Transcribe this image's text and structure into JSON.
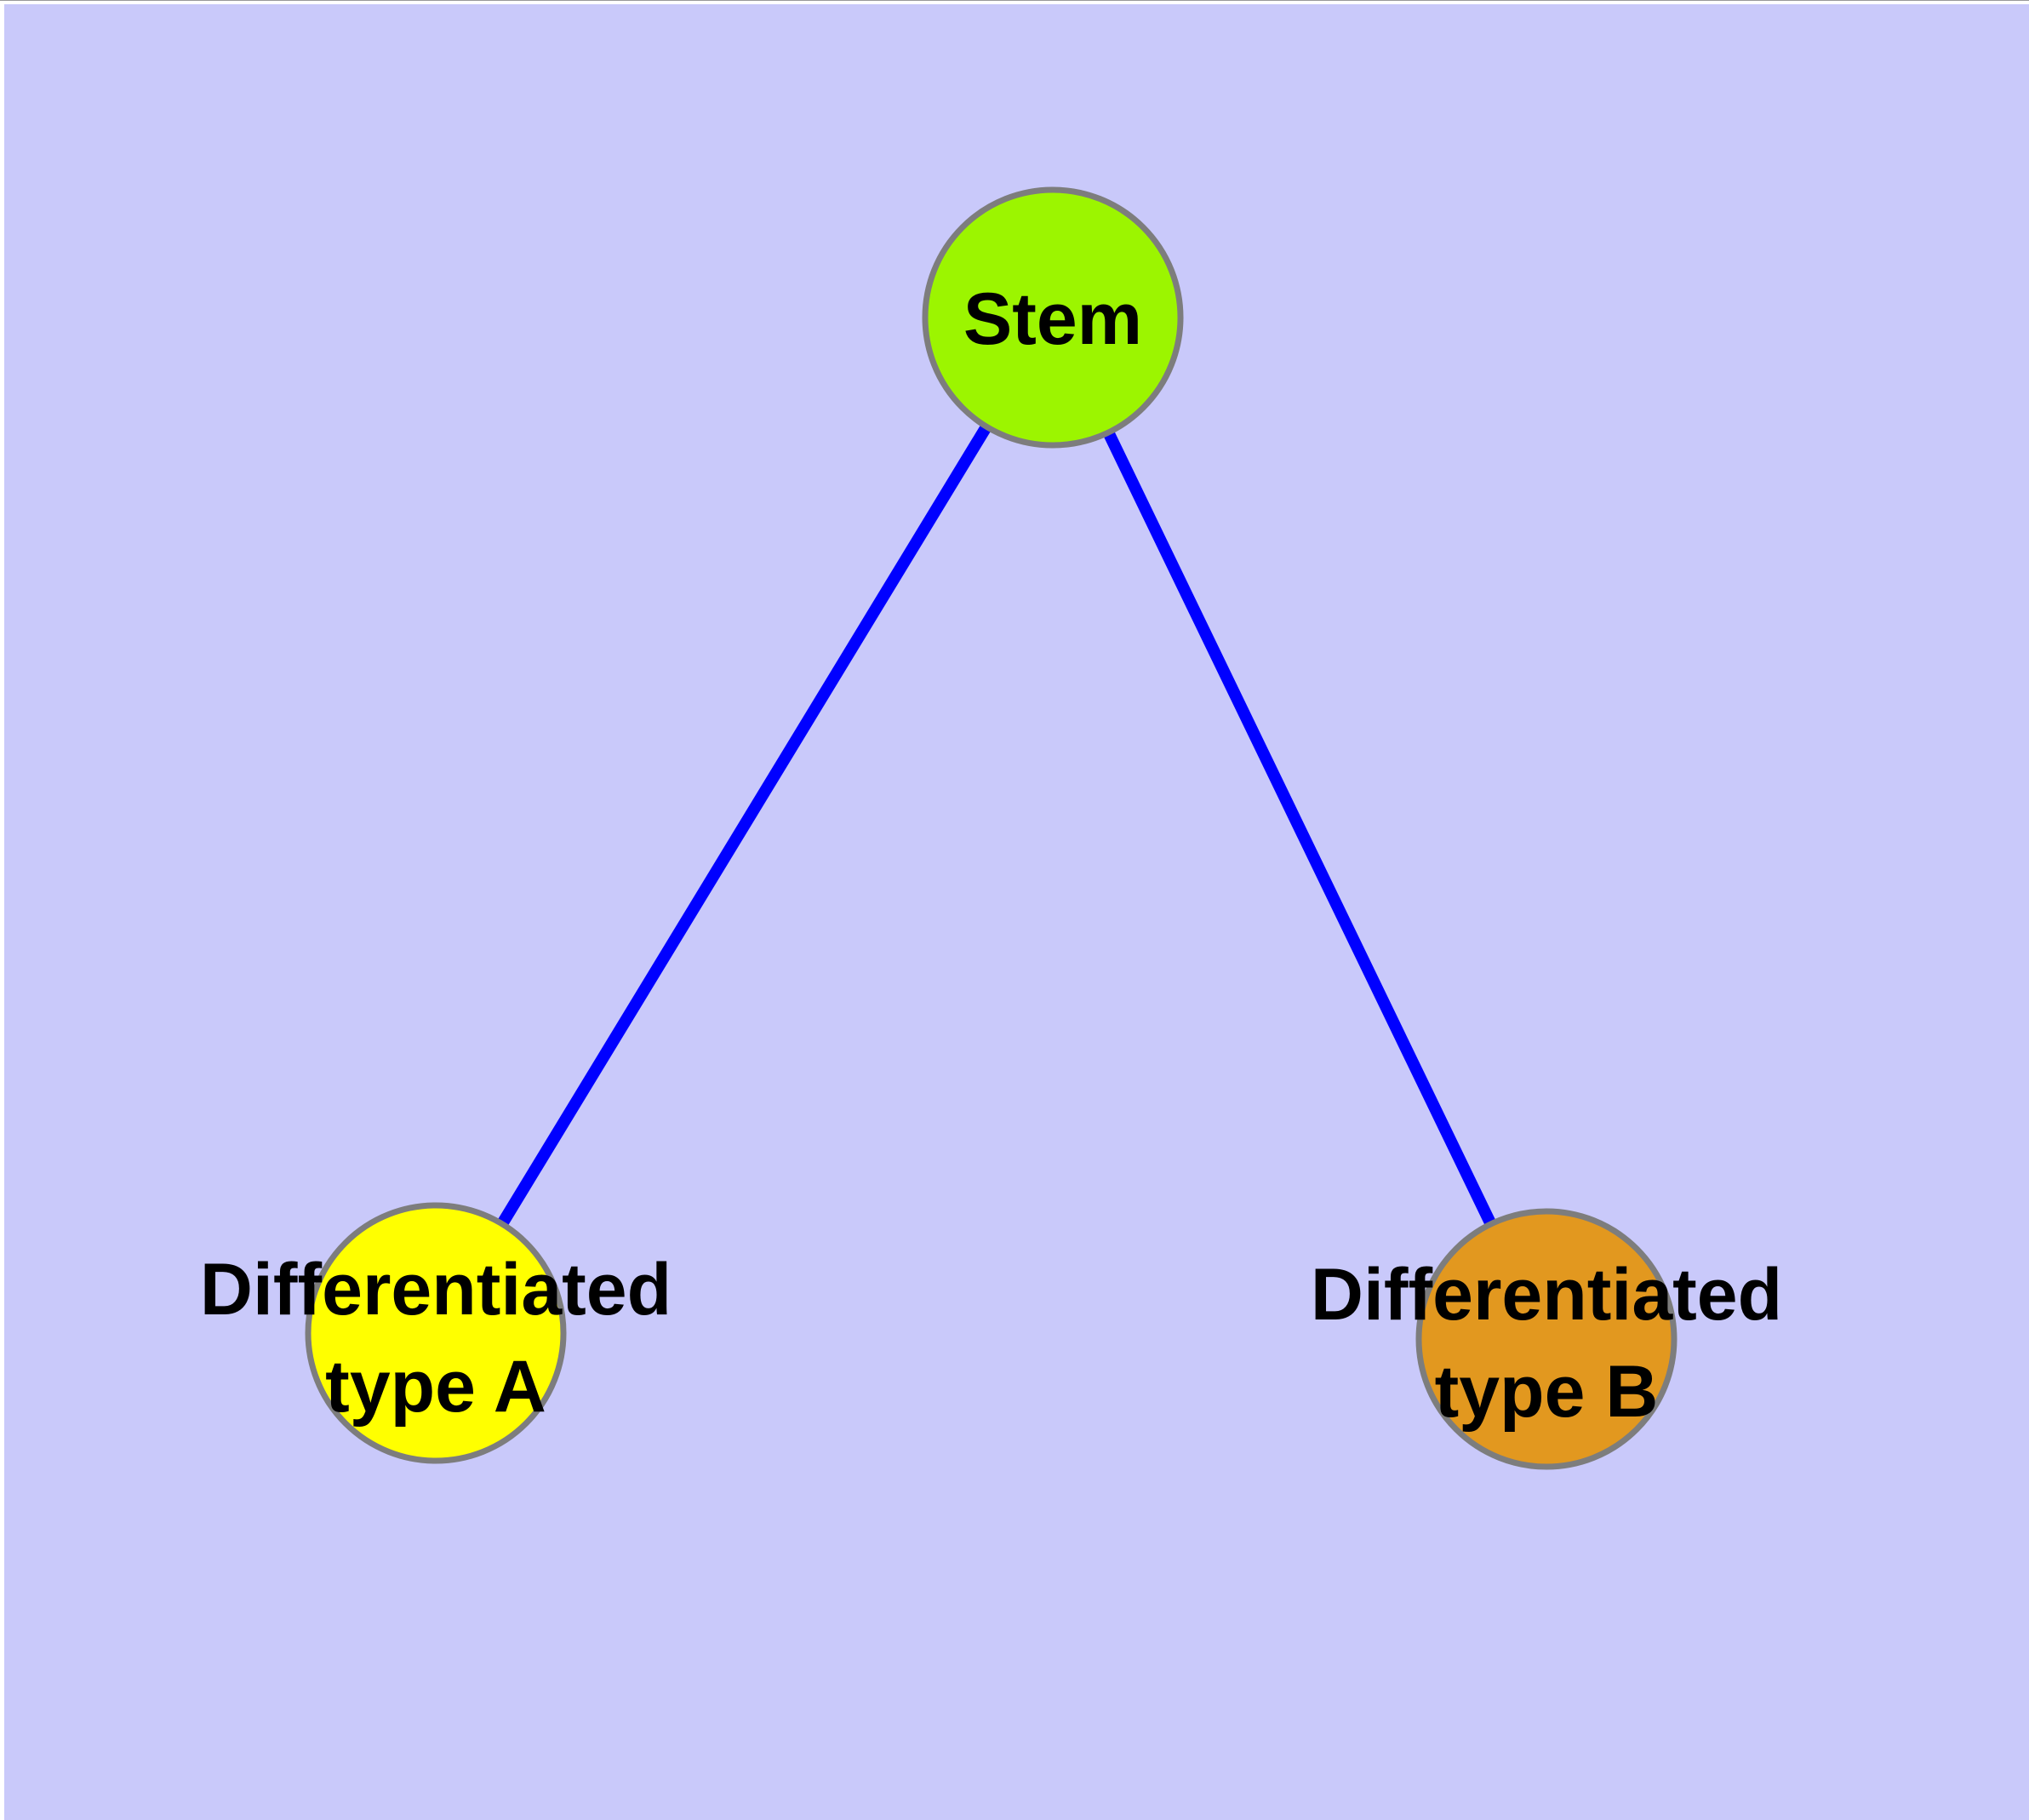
{
  "diagram": {
    "background_color": "#C9C9FA",
    "frame_hairline_color": "#98989A",
    "edge_color": "#0000FF",
    "node_border_color": "#7D7D7D",
    "nodes": [
      {
        "id": "stem",
        "label": "Stem",
        "color": "#9CF500"
      },
      {
        "id": "type-a",
        "label": "Differentiated\ntype A",
        "color": "#FFFF00"
      },
      {
        "id": "type-b",
        "label": "Differentiated\ntype B",
        "color": "#E2981F"
      }
    ],
    "edges": [
      {
        "from": "stem",
        "to": "type-a"
      },
      {
        "from": "stem",
        "to": "type-b"
      }
    ]
  }
}
